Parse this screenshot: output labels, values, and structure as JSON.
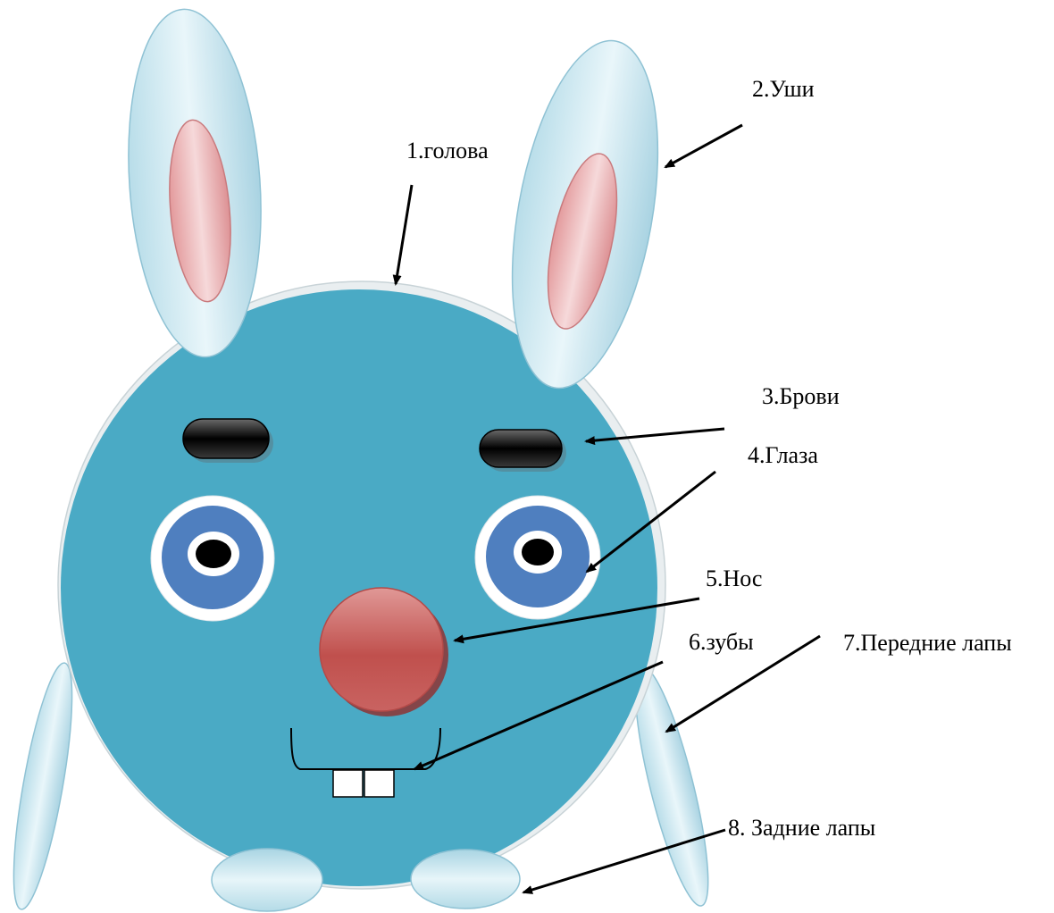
{
  "labels": {
    "head": "1.голова",
    "ears": "2.Уши",
    "brows": "3.Брови",
    "eyes": "4.Глаза",
    "nose": "5.Нос",
    "teeth": "6.зубы",
    "front_paws": "7.Передние лапы",
    "hind_paws": "8. Задние лапы"
  },
  "colors": {
    "head": "#4aaac5",
    "head_rim": "#e9eef0",
    "ear_outer": "#cfe9f1",
    "ear_inner": "#eab3b3",
    "brow": "#111111",
    "iris": "#4f7fbf",
    "eye_white": "#ffffff",
    "pupil": "#000000",
    "nose": "#c25250",
    "paw": "#cbe7ef",
    "arrow": "#000000"
  }
}
